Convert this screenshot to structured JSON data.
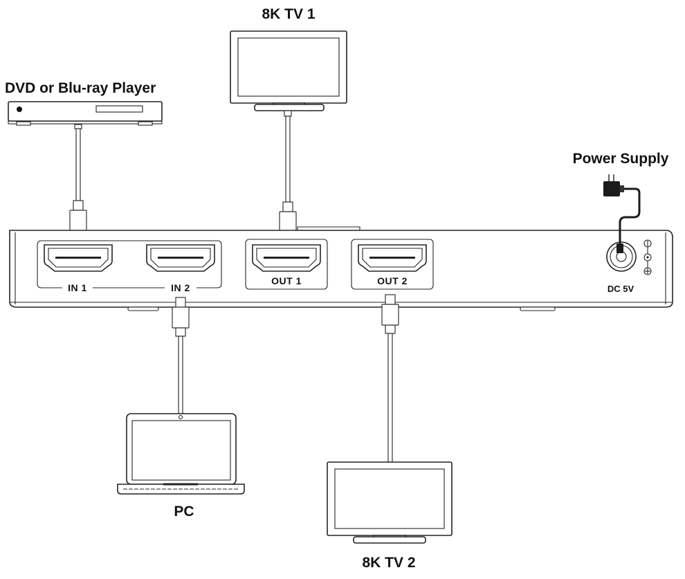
{
  "labels": {
    "tv1": "8K TV 1",
    "tv2": "8K TV 2",
    "dvd": "DVD or Blu-ray Player",
    "pc": "PC",
    "power": "Power Supply",
    "dc": "DC 5V"
  },
  "ports": {
    "in1": "IN 1",
    "in2": "IN 2",
    "out1": "OUT 1",
    "out2": "OUT 2"
  },
  "icons": {
    "source_dvd": "dvd-player-icon",
    "source_pc": "laptop-icon",
    "display_1": "monitor-icon",
    "display_2": "monitor-icon",
    "power": "power-adapter-icon"
  }
}
